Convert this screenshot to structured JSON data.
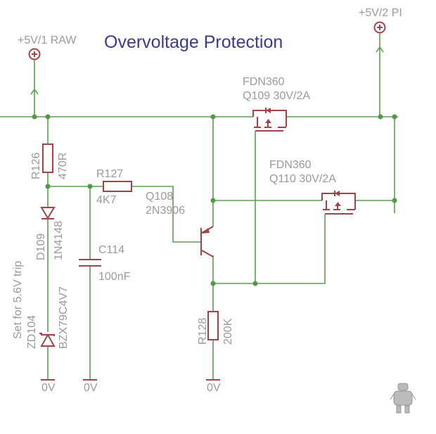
{
  "title": "Overvoltage Protection",
  "supplies": {
    "raw": "+5V/1 RAW",
    "pi": "+5V/2 PI"
  },
  "components": {
    "r126": {
      "name": "R126",
      "value": "470R"
    },
    "r127": {
      "name": "R127",
      "value": "4K7"
    },
    "r128": {
      "name": "R128",
      "value": "200K"
    },
    "q108": {
      "name": "Q108",
      "value": "2N3906"
    },
    "q109": {
      "part": "FDN360",
      "name": "Q109 30V/2A"
    },
    "q110": {
      "part": "FDN360",
      "name": "Q110 30V/2A"
    },
    "c114": {
      "name": "C114",
      "value": "100nF"
    },
    "d109": {
      "name": "D109",
      "value": "1N4148"
    },
    "zd104": {
      "name": "ZD104",
      "value": "BZX79C4V7"
    }
  },
  "note": "Set for 5.6V trip",
  "ground": "0V",
  "colors": {
    "wire": "#5f9e52",
    "component": "#a0444a",
    "title": "#3b3b86",
    "label": "#9a9a9a"
  }
}
